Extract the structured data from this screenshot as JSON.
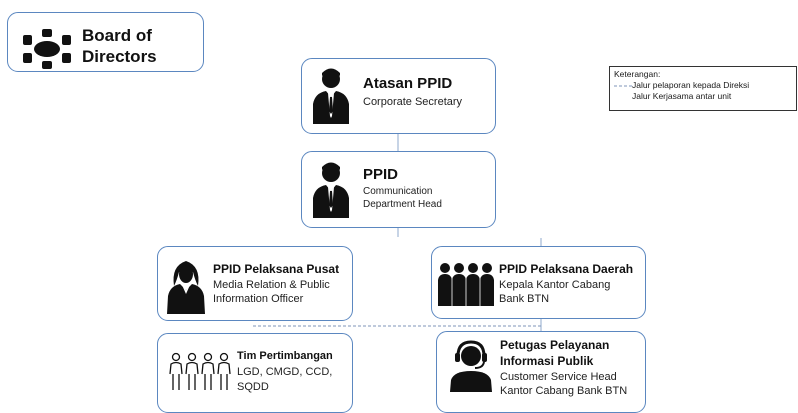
{
  "board": {
    "line1": "Board of",
    "line2": "Directors",
    "icon": "boardroom-table-icon"
  },
  "atasan": {
    "title": "Atasan PPID",
    "subtitle": "Corporate Secretary",
    "icon": "businessman-icon"
  },
  "ppid": {
    "title": "PPID",
    "subtitle_line1": "Communication",
    "subtitle_line2": "Department Head",
    "icon": "businessman-icon"
  },
  "pusat": {
    "title": "PPID Pelaksana Pusat",
    "subtitle_line1": "Media Relation & Public",
    "subtitle_line2": "Information Officer",
    "icon": "businesswoman-icon"
  },
  "daerah": {
    "title": "PPID Pelaksana Daerah",
    "subtitle_line1": "Kepala Kantor Cabang",
    "subtitle_line2": "Bank BTN",
    "icon": "group-people-icon"
  },
  "tim": {
    "title": "Tim Pertimbangan",
    "subtitle_line1": "LGD, CMGD, CCD,",
    "subtitle_line2": "SQDD",
    "icon": "people-outline-icon"
  },
  "petugas": {
    "title_line1": "Petugas Pelayanan",
    "title_line2": "Informasi Publik",
    "subtitle_line1": "Customer Service Head",
    "subtitle_line2": "Kantor Cabang Bank BTN",
    "icon": "headset-agent-icon"
  },
  "legend": {
    "heading": "Keterangan:",
    "item1": "Jalur pelaporan kepada Direksi",
    "item2": "Jalur Kerjasama antar unit"
  },
  "colors": {
    "box_border": "#5b87c0",
    "line": "#8fa8cc",
    "dashed": "#7f96b8"
  }
}
